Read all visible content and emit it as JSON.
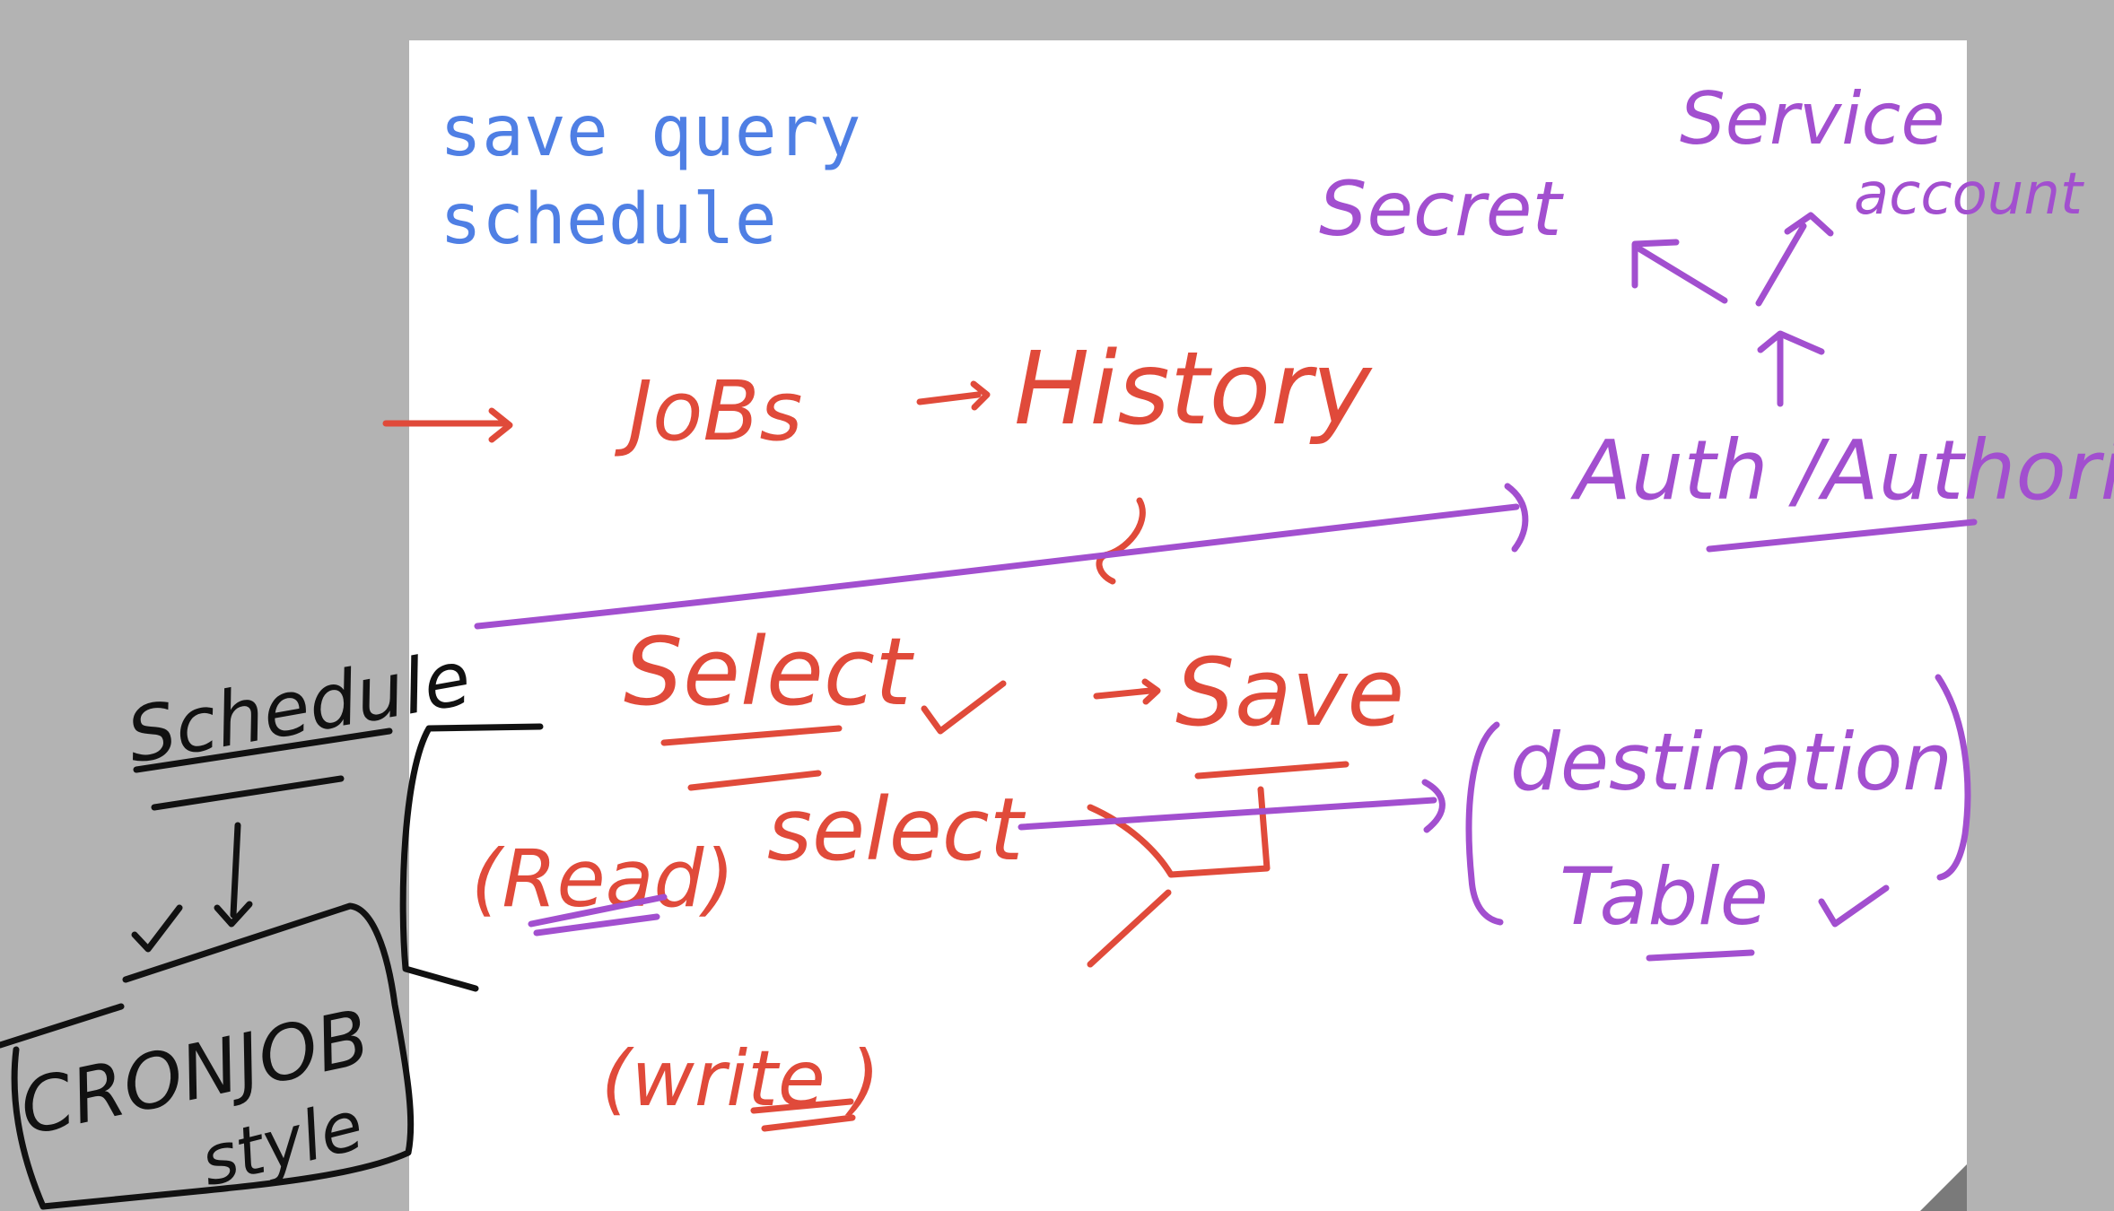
{
  "typed_notes": {
    "line1": "save query",
    "line2": "schedule"
  },
  "handwriting": {
    "jobs": "JoBs",
    "history": "History",
    "secret": "Secret",
    "service_account": "Service",
    "service_account_2": "account",
    "auth": "Auth /Authorized",
    "select_1": "Select",
    "save": "Save",
    "read_open": "(Read)",
    "select_2": "select",
    "destination": "destination",
    "table": "Table",
    "write": "(write )",
    "schedule": "Schedule",
    "cronjob": "CRONJOB",
    "style": "style"
  },
  "colors": {
    "background": "#b3b3b3",
    "slide": "#ffffff",
    "typed_text": "#4f7fe4",
    "red_ink": "#e04a3a",
    "purple_ink": "#a24fcf",
    "black_ink": "#111111"
  }
}
